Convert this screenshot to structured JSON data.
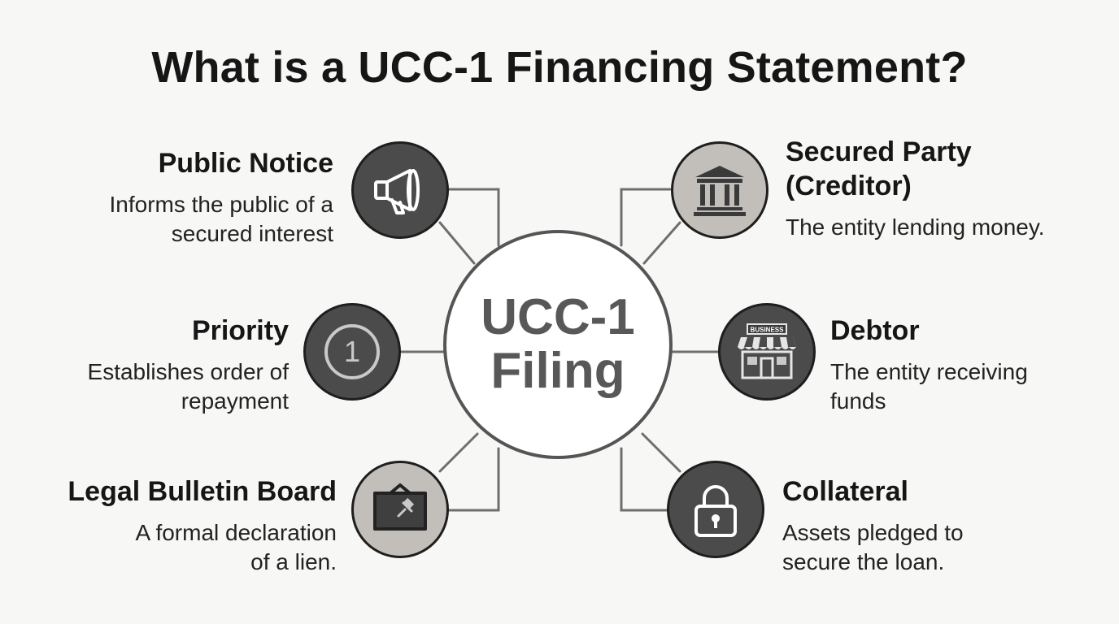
{
  "title": "What is a UCC-1 Financing Statement?",
  "center": {
    "line1": "UCC-1",
    "line2": "Filing"
  },
  "items": {
    "public_notice": {
      "heading": "Public Notice",
      "desc1": "Informs the public of a",
      "desc2": "secured interest",
      "icon": "megaphone-icon"
    },
    "priority": {
      "heading": "Priority",
      "desc1": "Establishes order of",
      "desc2": "repayment",
      "icon": "number-one-icon",
      "icon_text": "1"
    },
    "legal_bulletin_board": {
      "heading": "Legal Bulletin Board",
      "desc1": "A formal declaration",
      "desc2": "of a lien.",
      "icon": "bulletin-board-icon"
    },
    "secured_party": {
      "heading1": "Secured Party",
      "heading2": "(Creditor)",
      "desc1": "The entity lending money.",
      "icon": "bank-icon"
    },
    "debtor": {
      "heading": "Debtor",
      "desc1": "The entity receiving",
      "desc2": "funds",
      "icon": "storefront-icon",
      "icon_text": "BUSINESS"
    },
    "collateral": {
      "heading": "Collateral",
      "desc1": "Assets pledged to",
      "desc2": "secure the loan.",
      "icon": "padlock-icon"
    }
  },
  "colors": {
    "background": "#f7f7f6",
    "dark_node": "#4b4b4b",
    "light_node": "#c2bfbb",
    "center_border": "#555555",
    "center_text": "#585858",
    "connector": "#6e6e6e"
  }
}
